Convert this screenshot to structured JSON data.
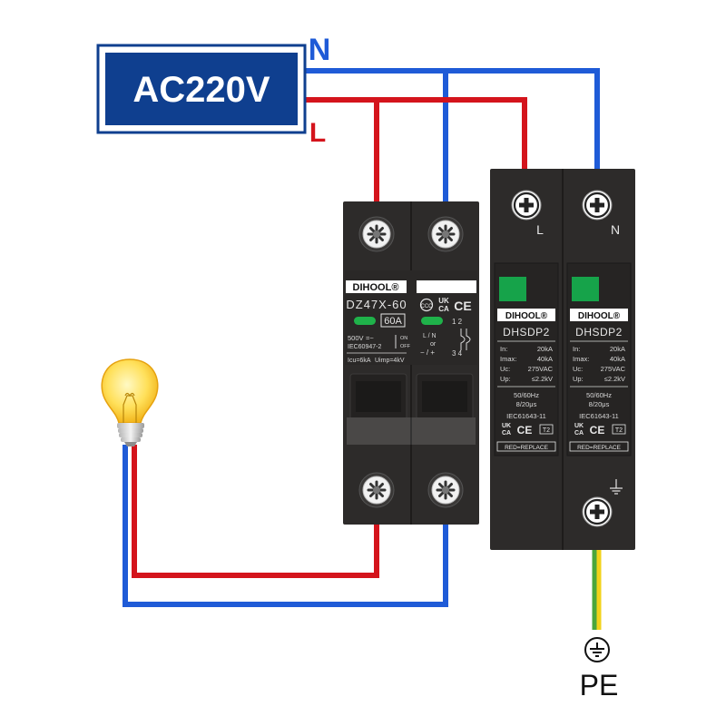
{
  "source_label": "AC220V",
  "wire_labels": {
    "neutral": "N",
    "line": "L"
  },
  "earth_label": "PE",
  "colors": {
    "line": "#d4141c",
    "neutral": "#1f5bd7",
    "earth_green": "#4aa63c",
    "earth_yellow": "#f2d21a",
    "source_box": "#0f3f8f",
    "device_body": "#2d2b2a"
  },
  "breaker": {
    "brand": "DIHOOL®",
    "model": "DZ47X-60",
    "rating": "60A",
    "marks": [
      "UK",
      "CA",
      "CE"
    ],
    "voltage": "500V",
    "dc_ac": "=~",
    "on_label": "ON",
    "off_label": "OFF",
    "standard": "IEC60947-2",
    "icu": "Icu=6kA",
    "uimp": "Uimp=4kV",
    "polarity_top": "L / N",
    "polarity_or": "or",
    "polarity_bottom": "− / +",
    "terminals_top": "1 2",
    "terminals_bottom": "3 4"
  },
  "spd_modules": [
    {
      "brand": "DIHOOL®",
      "model": "DHSDP2",
      "specs": [
        {
          "label": "In:",
          "value": "20kA"
        },
        {
          "label": "Imax:",
          "value": "40kA"
        },
        {
          "label": "Uc:",
          "value": "275VAC"
        },
        {
          "label": "Up:",
          "value": "≤2.2kV"
        }
      ],
      "freq": "50/60Hz",
      "wave": "8/20μs",
      "standard": "IEC61643-11",
      "class": "T2",
      "replace": "RED=REPLACE"
    },
    {
      "brand": "DIHOOL®",
      "model": "DHSDP2",
      "specs": [
        {
          "label": "In:",
          "value": "20kA"
        },
        {
          "label": "Imax:",
          "value": "40kA"
        },
        {
          "label": "Uc:",
          "value": "275VAC"
        },
        {
          "label": "Up:",
          "value": "≤2.2kV"
        }
      ],
      "freq": "50/60Hz",
      "wave": "8/20μs",
      "standard": "IEC61643-11",
      "class": "T2",
      "replace": "RED=REPLACE"
    }
  ],
  "spd_terminal_labels": {
    "left": "L",
    "right": "N"
  },
  "icons": [
    "lightbulb-icon",
    "earth-ground-icon",
    "protective-earth-icon",
    "screw-terminal-icon"
  ]
}
